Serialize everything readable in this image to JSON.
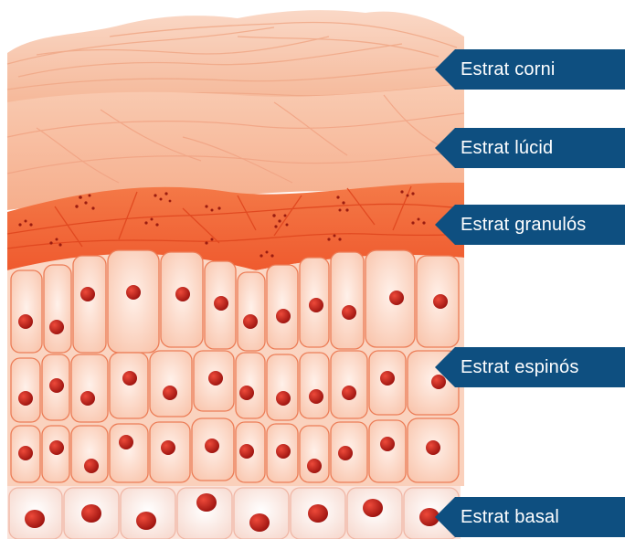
{
  "diagram": {
    "labels": [
      {
        "id": "corni",
        "text": "Estrat corni"
      },
      {
        "id": "lucid",
        "text": "Estrat lúcid"
      },
      {
        "id": "granulos",
        "text": "Estrat granulós"
      },
      {
        "id": "espinos",
        "text": "Estrat espinós"
      },
      {
        "id": "basal",
        "text": "Estrat basal"
      }
    ],
    "colors": {
      "label_bg": "#0e4f80",
      "label_text": "#ffffff",
      "corneum": "#f7c2a6",
      "lucidum": "#f9c8ac",
      "granulosum": "#f26a3c",
      "spinosum": "#fbd6c2",
      "basal": "#fde6dc",
      "nucleus": "#c8201a",
      "cell_outline": "#ec7d57"
    }
  }
}
